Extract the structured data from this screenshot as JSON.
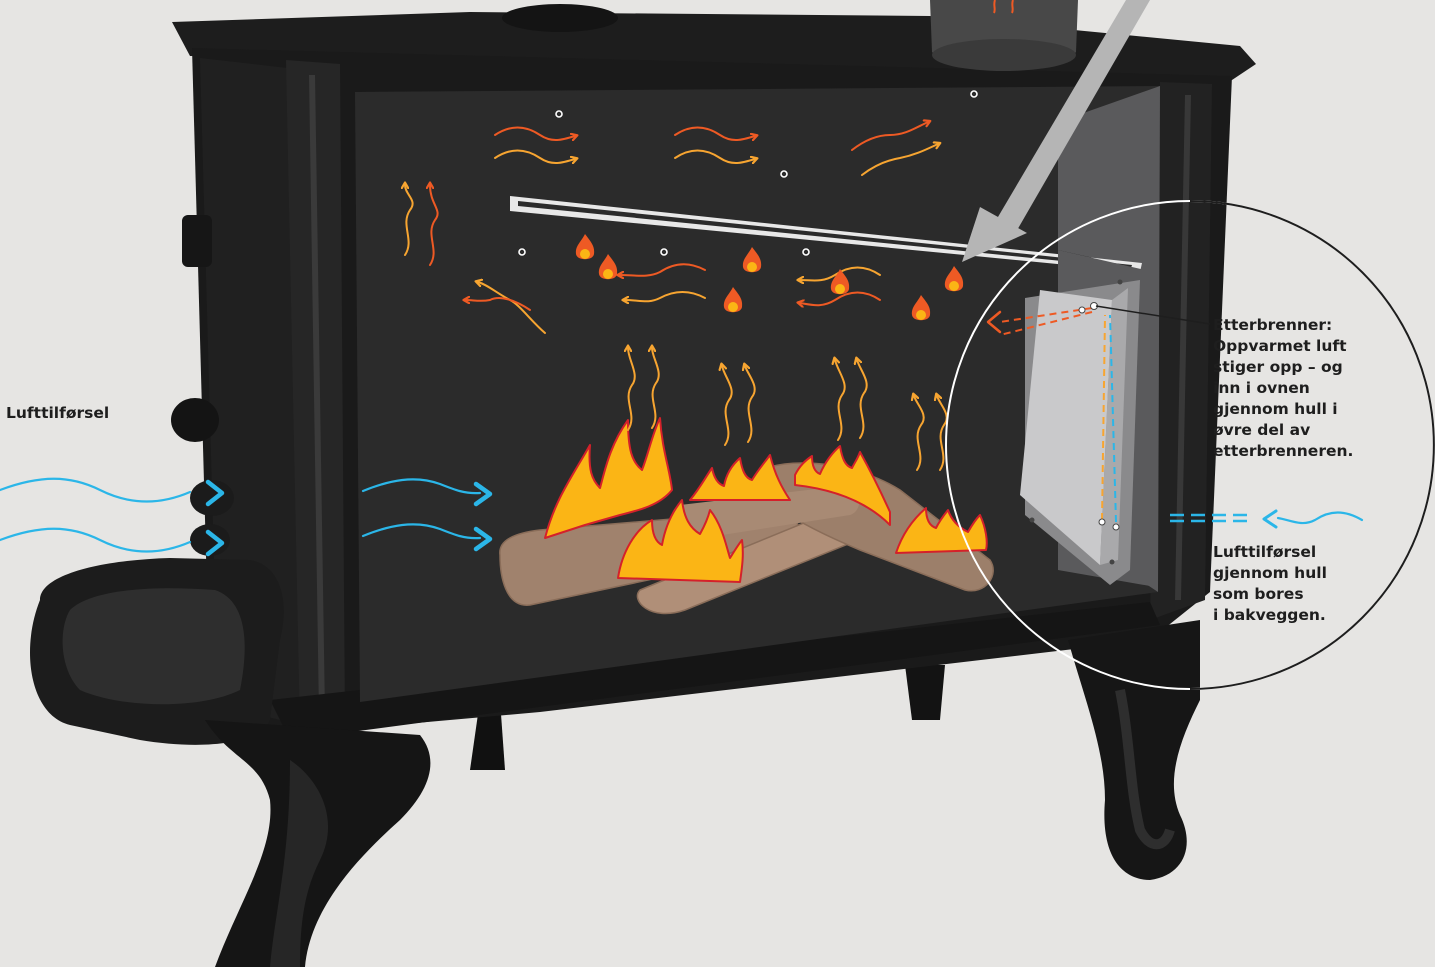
{
  "labels": {
    "air_supply_left": "Lufttilførsel",
    "afterburner": [
      "Etterbrenner:",
      "Oppvarmet luft",
      "stiger opp –  og",
      "inn i ovnen",
      "gjennom hull i",
      "øvre del av",
      "etterbrenneren."
    ],
    "air_supply_rear": [
      "Lufttilførsel",
      "gjennom hull",
      "som bores",
      "i bakveggen."
    ]
  },
  "colors": {
    "background": "#e6e5e3",
    "stove_iron": "#161616",
    "firebox": "#2b2b2b",
    "cold_air": "#2bb6e8",
    "hot_air_light": "#f7a531",
    "hot_air_dark": "#ee5a24",
    "flame_fill": "#fbb515",
    "flame_outline": "#d4212a",
    "wood": "#a0826d",
    "afterburner_plate": "#c9c9cb"
  }
}
